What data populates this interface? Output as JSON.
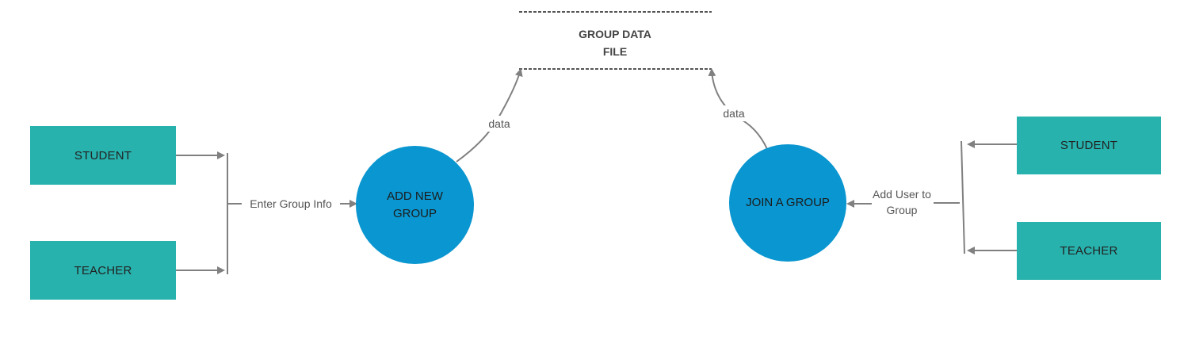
{
  "diagram": {
    "data_store": {
      "label": "GROUP DATA FILE"
    },
    "entities": {
      "left_student": "STUDENT",
      "left_teacher": "TEACHER",
      "right_student": "STUDENT",
      "right_teacher": "TEACHER"
    },
    "processes": {
      "add_new_group": "ADD NEW GROUP",
      "join_group": "JOIN A GROUP"
    },
    "flows": {
      "enter_group_info": "Enter Group Info",
      "add_user_to_group": "Add User to Group",
      "left_data": "data",
      "right_data": "data"
    },
    "colors": {
      "entity": "#27b2ad",
      "process": "#0a96d0",
      "connector": "#808080"
    }
  }
}
